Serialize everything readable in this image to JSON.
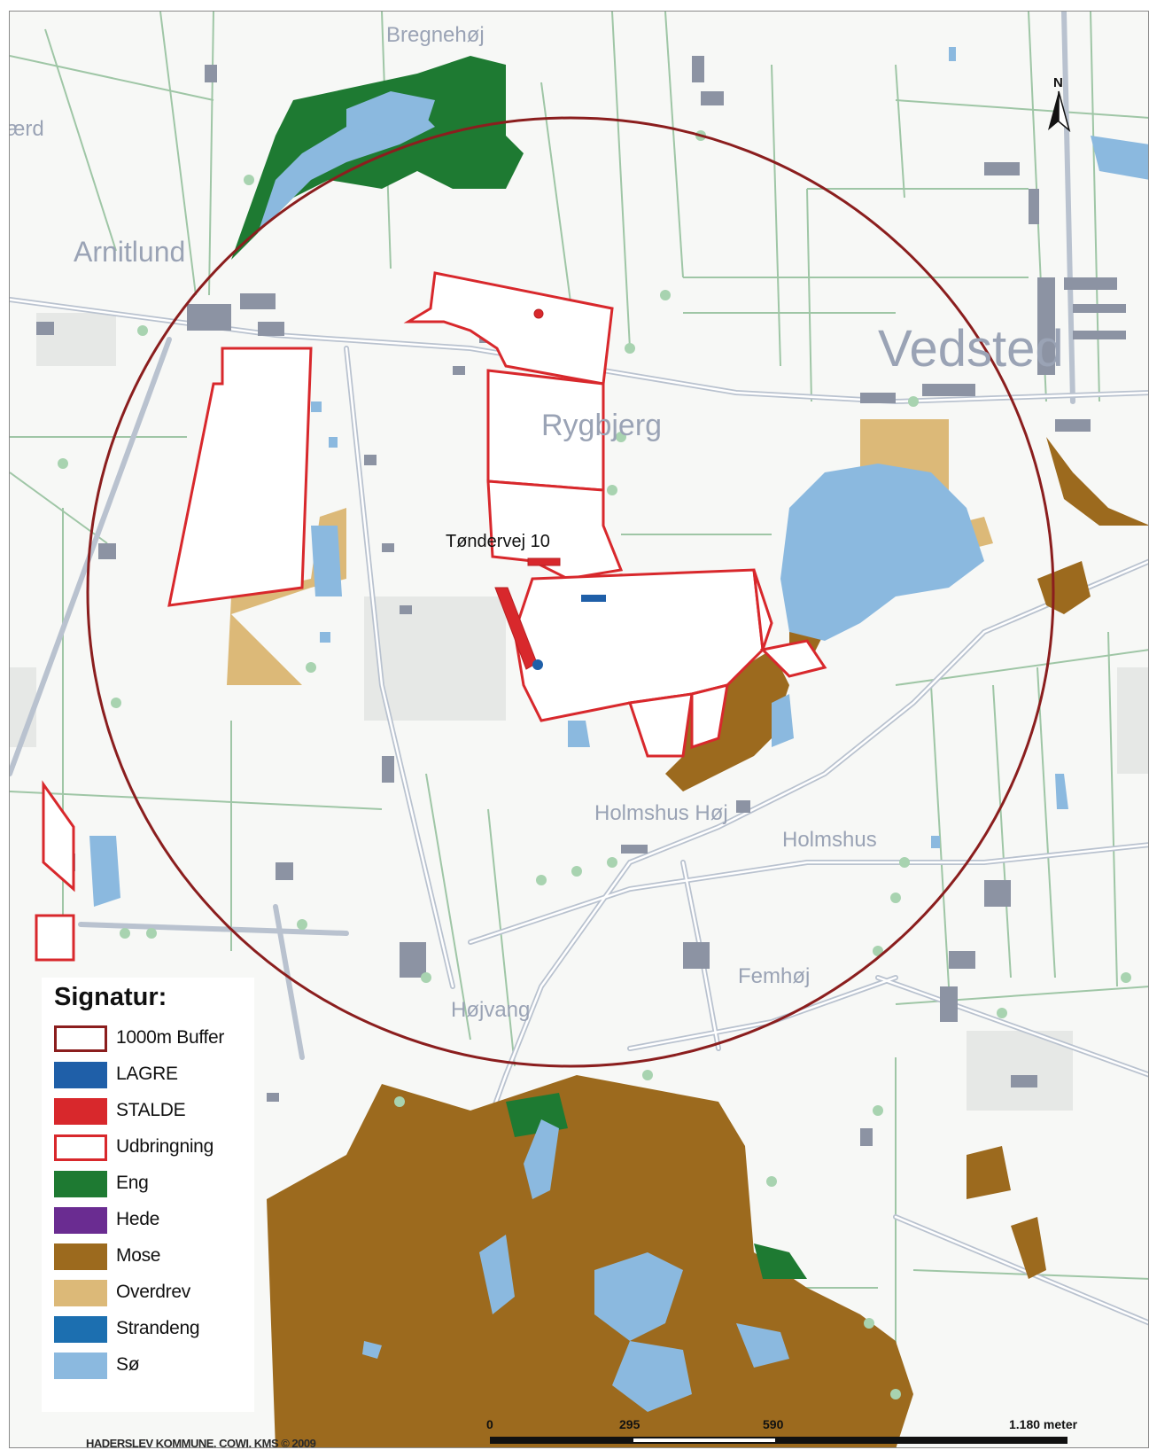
{
  "map": {
    "place_names": {
      "bregnehoj": "Bregnehøj",
      "arnitlund": "Arnitlund",
      "vedsted": "Vedsted",
      "rygbjerg": "Rygbjerg",
      "holmshus_hoj": "Holmshus Høj",
      "holmshus": "Holmshus",
      "femhoj": "Femhøj",
      "hojvang": "Højvang",
      "partial_left": "ærd"
    },
    "site_label": "Tøndervej 10",
    "buffer_label": "1000m Buffer"
  },
  "legend": {
    "title": "Signatur:",
    "items": [
      {
        "label": "1000m Buffer",
        "color": "#8b1e1e",
        "style": "outline"
      },
      {
        "label": "LAGRE",
        "color": "#1f5fa8",
        "style": "fill"
      },
      {
        "label": "STALDE",
        "color": "#d8282c",
        "style": "fill"
      },
      {
        "label": "Udbringning",
        "color": "#d8282c",
        "style": "outline"
      },
      {
        "label": "Eng",
        "color": "#1e7a32",
        "style": "fill"
      },
      {
        "label": "Hede",
        "color": "#6a2c91",
        "style": "fill"
      },
      {
        "label": "Mose",
        "color": "#9c6a1e",
        "style": "fill"
      },
      {
        "label": "Overdrev",
        "color": "#dcb978",
        "style": "fill"
      },
      {
        "label": "Strandeng",
        "color": "#1c6fb0",
        "style": "fill"
      },
      {
        "label": "Sø",
        "color": "#8bb9df",
        "style": "fill"
      }
    ]
  },
  "scale_bar": {
    "ticks": [
      "0",
      "295",
      "590",
      "1.180 meter"
    ]
  },
  "north_arrow": {
    "label": "N",
    "icon": "north-arrow-icon"
  },
  "copyright": "HADERSLEV KOMMUNE, COWI, KMS © 2009"
}
